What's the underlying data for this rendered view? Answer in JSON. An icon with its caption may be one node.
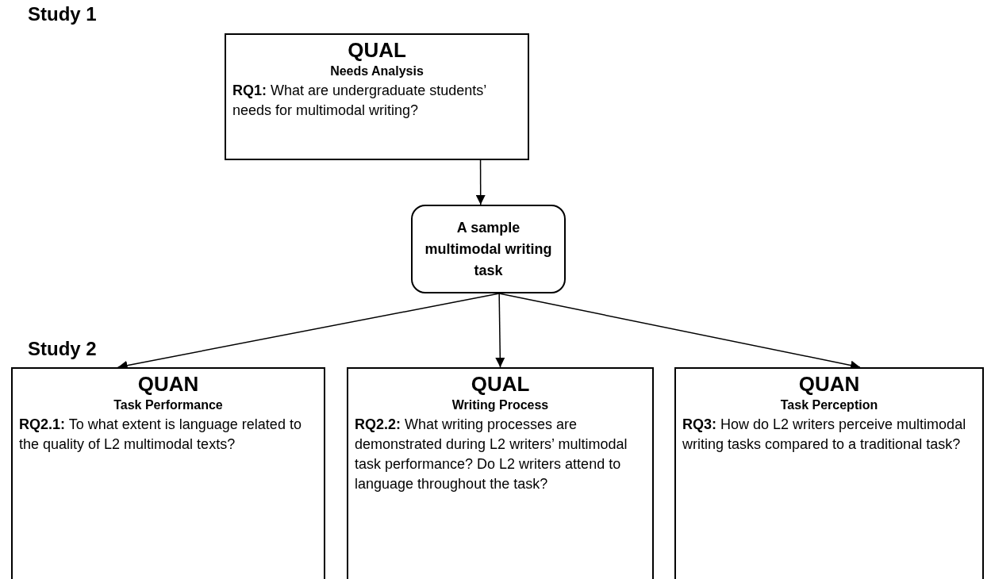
{
  "diagram": {
    "nodes": [
      {
        "text": [
          "QUAL",
          "Needs Analysis",
          "**RQ1:** What are undergraduate students’ needs for multimodal writing?"
        ]
      },
      {
        "text": [
          "A sample multimodal writing task"
        ]
      },
      {
        "text": [
          "QUAN",
          "Task Performance",
          "**RQ2.1:** To what extent is language related to the quality of L2 multimodal texts?"
        ]
      },
      {
        "text": [
          "QUAL",
          "Writing Process",
          "**RQ2.2:** What writing processes are demonstrated during L2 writers’ multimodal task performance? Do L2 writers attend to language throughout the task?"
        ]
      },
      {
        "text": [
          "QUAN",
          "Task Perception",
          "**RQ3:** How do L2 writers perceive multimodal writing tasks compared to a traditional task?"
        ]
      }
    ],
    "edges": [
      {
        "from": 0,
        "to": 1,
        "arrow": "to"
      },
      {
        "from": 1,
        "to": 2,
        "arrow": "to"
      },
      {
        "from": 1,
        "to": 3,
        "arrow": "to"
      },
      {
        "from": 1,
        "to": 4,
        "arrow": "to"
      }
    ],
    "labels": [
      "Study 1",
      "Study 2"
    ]
  }
}
